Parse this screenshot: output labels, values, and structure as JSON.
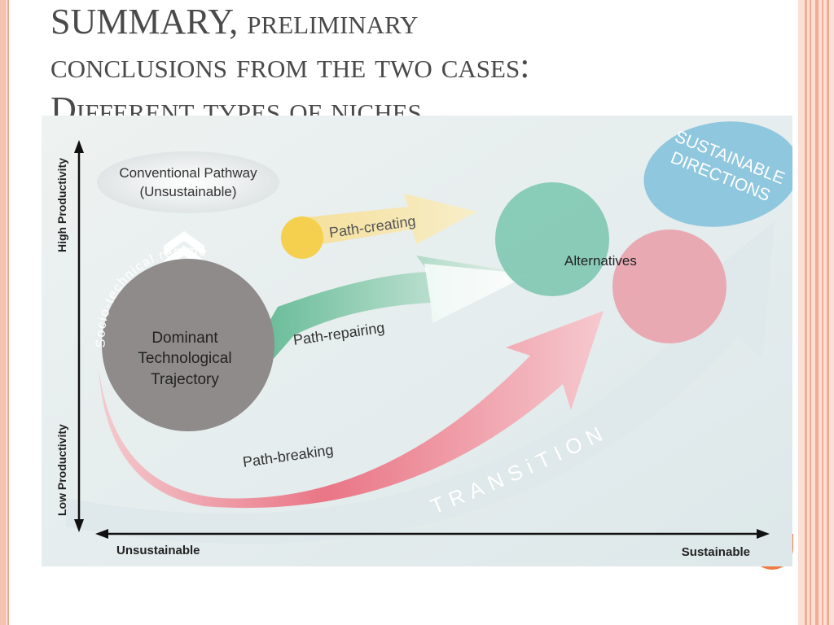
{
  "slide": {
    "title_line1_main": "SUMMARY,",
    "title_line1_rest": " preliminary",
    "title_line2": "conclusions from the two cases:",
    "title_line3": "Different types of niches"
  },
  "diagram": {
    "y_axis_top": "High Productivity",
    "y_axis_bottom": "Low Productivity",
    "x_axis_left": "Unsustainable",
    "x_axis_right": "Sustainable",
    "conventional_pathway_1": "Conventional Pathway",
    "conventional_pathway_2": "(Unsustainable)",
    "regime_arc": "Socio-technical regime",
    "dominant_1": "Dominant",
    "dominant_2": "Technological",
    "dominant_3": "Trajectory",
    "path_creating": "Path-creating",
    "path_repairing": "Path-repairing",
    "path_breaking": "Path-breaking",
    "alternatives": "Alternatives",
    "sustainable_1": "SUSTAINABLE",
    "sustainable_2": "DIRECTIONS",
    "transition": "TRANSiTION"
  },
  "colors": {
    "title": "#4a4a4a",
    "frame_accent": "#f3ab93",
    "diagram_bg": "#e6edee",
    "regime_circle": "#908b8b",
    "alternatives_green": "#84c9b3",
    "pink_circle": "#e8a5b0",
    "sustainable_blue": "#8fc7df",
    "path_creating_yellow": "#f3d36b",
    "path_breaking_red": "#ea6f80",
    "orange_accent": "#f07a45"
  }
}
